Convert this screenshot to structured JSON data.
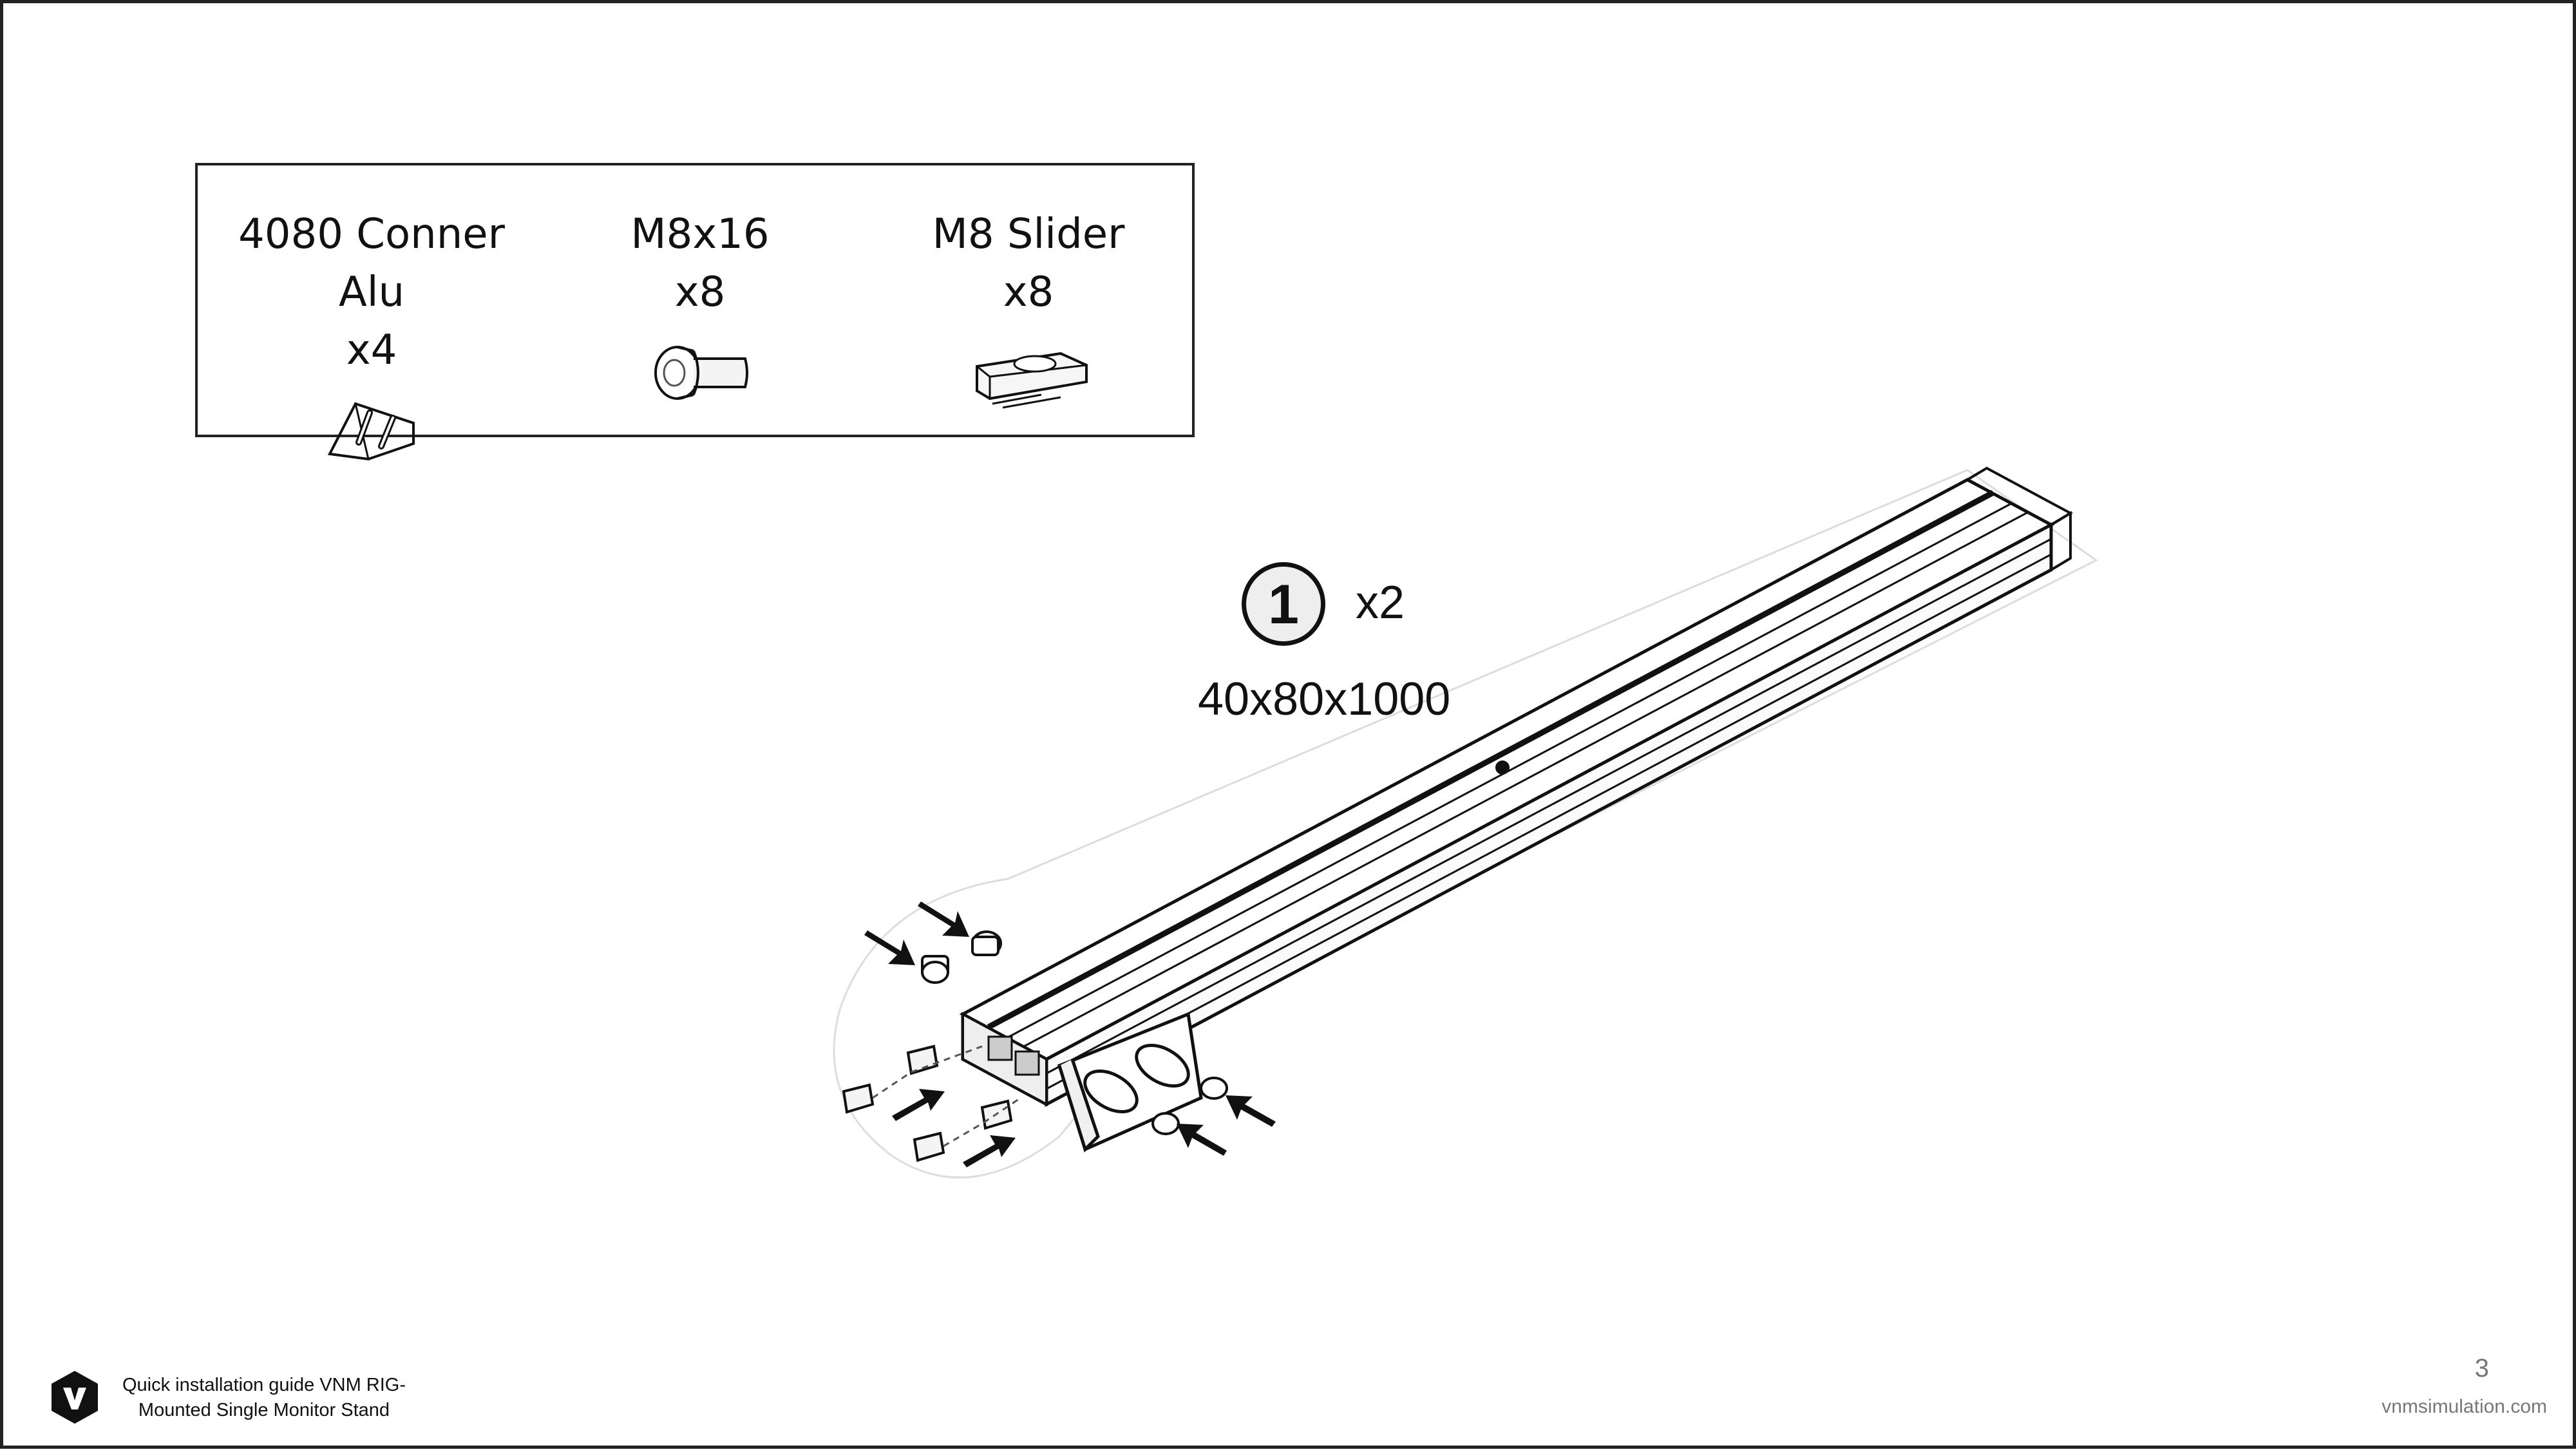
{
  "parts": [
    {
      "name": "4080 Conner Alu",
      "qty": "x4",
      "icon": "corner-bracket-icon"
    },
    {
      "name": "M8x16",
      "qty": "x8",
      "icon": "bolt-icon"
    },
    {
      "name": "M8 Slider",
      "qty": "x8",
      "icon": "t-slider-nut-icon"
    }
  ],
  "step": {
    "number": "1",
    "quantity": "x2",
    "profile": "40x80x1000"
  },
  "footer": {
    "title_line1": "Quick installation guide VNM RIG-",
    "title_line2": "Mounted Single Monitor Stand",
    "page_number": "3",
    "website": "vnmsimulation.com"
  },
  "colors": {
    "line": "#111111",
    "border": "#222222",
    "muted": "#777777",
    "step_fill": "#eeeeee"
  }
}
